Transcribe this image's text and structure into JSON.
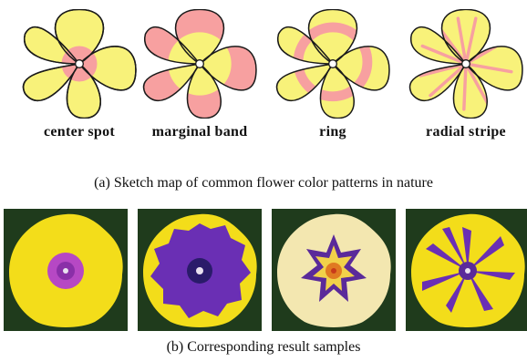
{
  "figure": {
    "patterns": [
      {
        "id": "center-spot",
        "label": "center spot"
      },
      {
        "id": "marginal-band",
        "label": "marginal band"
      },
      {
        "id": "ring",
        "label": "ring"
      },
      {
        "id": "radial-stripe",
        "label": "radial stripe"
      }
    ],
    "caption_a": "(a)  Sketch map of common flower color patterns in nature",
    "caption_b": "(b)  Corresponding result samples",
    "colors": {
      "petal_yellow": "#f8f27a",
      "pattern_pink": "#f7a0a0",
      "outline": "#1a1a1a",
      "photo_yellow": "#f3dd1a",
      "photo_purple": "#6a2fb4",
      "background_green": "#1f3b1c"
    }
  }
}
